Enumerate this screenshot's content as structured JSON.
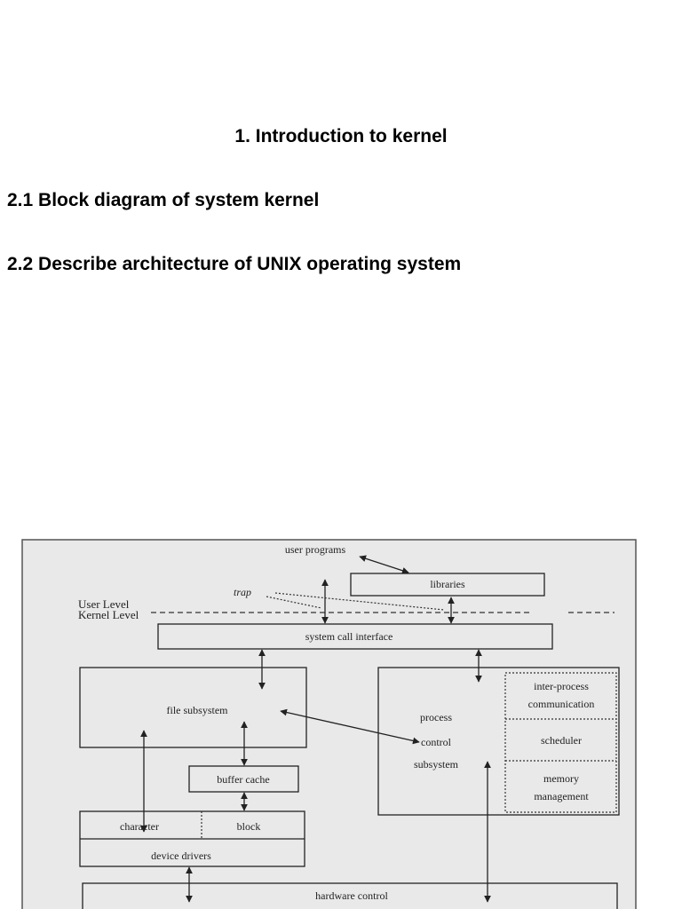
{
  "headings": {
    "title": "1. Introduction to kernel",
    "section_2_1": "2.1 Block diagram of system kernel",
    "section_2_2": "2.2 Describe architecture of UNIX operating system"
  },
  "diagram": {
    "user_programs": "user programs",
    "libraries": "libraries",
    "trap": "trap",
    "user_level": "User Level",
    "kernel_level": "Kernel Level",
    "system_call_interface": "system call interface",
    "file_subsystem": "file subsystem",
    "process_control_subsystem": [
      "process",
      "control",
      "subsystem"
    ],
    "inter_process_communication": [
      "inter-process",
      "communication"
    ],
    "scheduler": "scheduler",
    "memory_management": [
      "memory",
      "management"
    ],
    "buffer_cache": "buffer cache",
    "character": "character",
    "block": "block",
    "device_drivers": "device drivers",
    "hardware_control": "hardware control",
    "colors": {
      "scan_background": "#e9e9e9",
      "ink": "#222222"
    }
  }
}
